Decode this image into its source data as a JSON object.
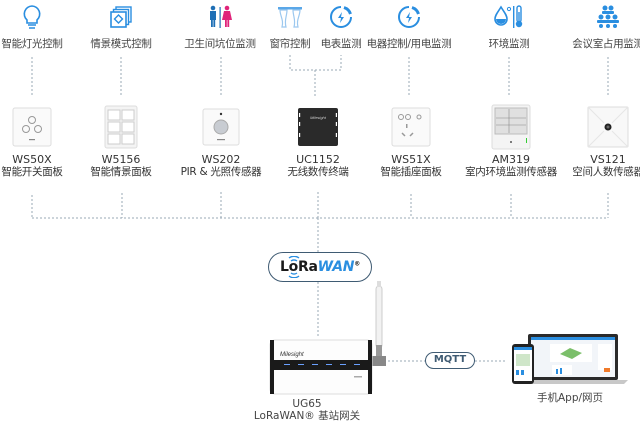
{
  "categories": [
    {
      "label": "智能灯光控制",
      "icon": "lightbulb-icon"
    },
    {
      "label": "情景模式控制",
      "icon": "scene-icon"
    },
    {
      "label": "卫生间坑位监测",
      "icon": "restroom-icon"
    },
    {
      "label": "窗帘控制",
      "icon": "curtain-icon"
    },
    {
      "label": "电表监测",
      "icon": "power-meter-icon"
    },
    {
      "label": "电器控制/用电监测",
      "icon": "power-meter-icon"
    },
    {
      "label": "环境监测",
      "icon": "humidity-temperature-icon"
    },
    {
      "label": "会议室占用监测",
      "icon": "people-icon"
    }
  ],
  "devices": [
    {
      "model": "WS50X",
      "name": "智能开关面板"
    },
    {
      "model": "W5156",
      "name": "智能情景面板"
    },
    {
      "model": "WS202",
      "name": "PIR & 光照传感器"
    },
    {
      "model": "UC1152",
      "name": "无线数传终端"
    },
    {
      "model": "WS51X",
      "name": "智能插座面板"
    },
    {
      "model": "AM319",
      "name": "室内环境监测传感器"
    },
    {
      "model": "VS121",
      "name": "空间人数传感器"
    }
  ],
  "protocol": {
    "lora": "LoRa",
    "wan": "WAN",
    "reg": "®"
  },
  "gateway": {
    "model": "UG65",
    "name": "LoRaWAN® 基站网关",
    "brand": "Milesight"
  },
  "mqtt": "MQTT",
  "app": {
    "label": "手机App/网页"
  },
  "colors": {
    "accent": "#2a8ee0",
    "line": "#9aa8b5",
    "border": "#3f5b73",
    "restroom_male": "#1f6fb5",
    "restroom_female": "#e0247a"
  }
}
